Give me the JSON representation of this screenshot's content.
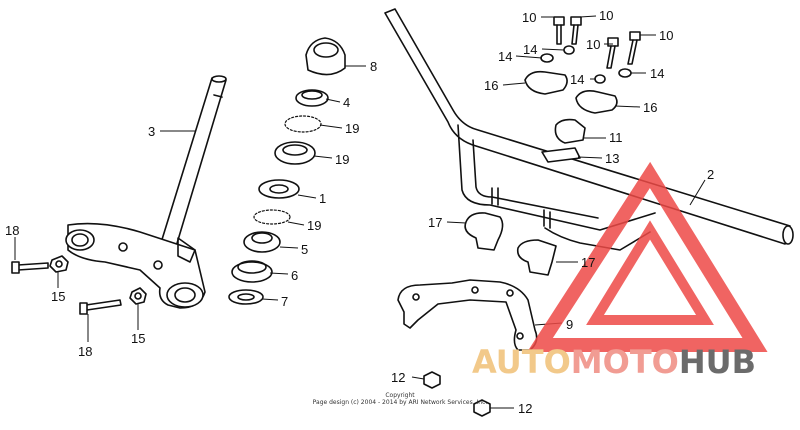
{
  "diagram": {
    "callouts": [
      {
        "id": "c8",
        "label": "8"
      },
      {
        "id": "c4",
        "label": "4"
      },
      {
        "id": "c19a",
        "label": "19"
      },
      {
        "id": "c19b",
        "label": "19"
      },
      {
        "id": "c1",
        "label": "1"
      },
      {
        "id": "c19c",
        "label": "19"
      },
      {
        "id": "c5",
        "label": "5"
      },
      {
        "id": "c6",
        "label": "6"
      },
      {
        "id": "c7",
        "label": "7"
      },
      {
        "id": "c3",
        "label": "3"
      },
      {
        "id": "c18a",
        "label": "18"
      },
      {
        "id": "c15a",
        "label": "15"
      },
      {
        "id": "c18b",
        "label": "18"
      },
      {
        "id": "c15b",
        "label": "15"
      },
      {
        "id": "c10a",
        "label": "10"
      },
      {
        "id": "c10b",
        "label": "10"
      },
      {
        "id": "c10c",
        "label": "10"
      },
      {
        "id": "c10d",
        "label": "10"
      },
      {
        "id": "c14a",
        "label": "14"
      },
      {
        "id": "c14b",
        "label": "14"
      },
      {
        "id": "c14c",
        "label": "14"
      },
      {
        "id": "c14d",
        "label": "14"
      },
      {
        "id": "c16a",
        "label": "16"
      },
      {
        "id": "c16b",
        "label": "16"
      },
      {
        "id": "c11",
        "label": "11"
      },
      {
        "id": "c13",
        "label": "13"
      },
      {
        "id": "c2",
        "label": "2"
      },
      {
        "id": "c17a",
        "label": "17"
      },
      {
        "id": "c17b",
        "label": "17"
      },
      {
        "id": "c9",
        "label": "9"
      },
      {
        "id": "c12a",
        "label": "12"
      },
      {
        "id": "c12b",
        "label": "12"
      }
    ],
    "copyright_line1": "Copyright",
    "copyright_line2": "Page design (c) 2004 - 2014 by ARI Network Services, Inc."
  },
  "watermark": {
    "part1": "AUTO",
    "part2": "MOTO",
    "part3": "HUB",
    "color1": "#f2c98a",
    "color2": "#f19c93",
    "color3": "#6b6b6b",
    "logo_color": "#ee4a47"
  }
}
